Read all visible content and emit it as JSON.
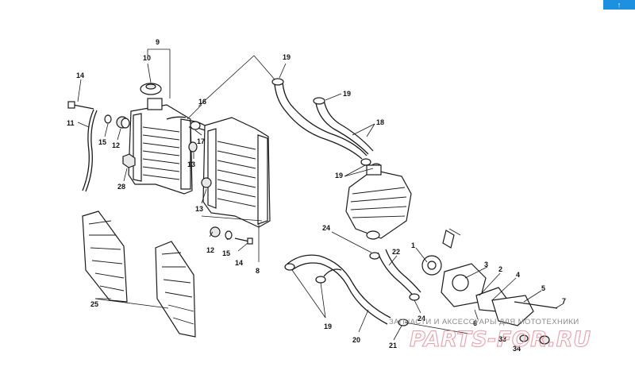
{
  "corner_tab": {
    "label": "↑",
    "color": "#1e90e0"
  },
  "watermark": {
    "tagline": "ЗАПЧАСТИ И АКСЕССУАРЫ ДЛЯ МОТОТЕХНИКИ",
    "logo": "PARTS-FOR.RU"
  },
  "callouts": {
    "c1": "1",
    "c2": "2",
    "c3": "3",
    "c4": "4",
    "c5": "5",
    "c6": "6",
    "c7": "7",
    "c8": "8",
    "c9": "9",
    "c10": "10",
    "c11": "11",
    "c12a": "12",
    "c12b": "12",
    "c13a": "13",
    "c13b": "13",
    "c14a": "14",
    "c14b": "14",
    "c15a": "15",
    "c15b": "15",
    "c16": "16",
    "c17": "17",
    "c18": "18",
    "c19a": "19",
    "c19b": "19",
    "c19c": "19",
    "c19d": "19",
    "c20": "20",
    "c21": "21",
    "c22": "22",
    "c24a": "24",
    "c24b": "24",
    "c25": "25",
    "c28": "28",
    "c33": "33",
    "c34": "34"
  }
}
